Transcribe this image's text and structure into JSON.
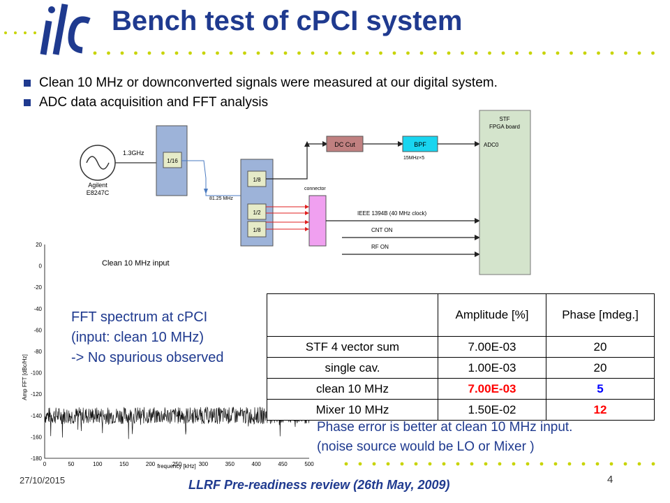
{
  "header": {
    "title": "Bench test of cPCI system",
    "logo_text": "ilc"
  },
  "bullets": [
    "Clean 10 MHz or downconverted signals were measured at our digital system.",
    "ADC data acquisition and FFT analysis"
  ],
  "diagram": {
    "source_label": "Agilent",
    "source_model": "E8247C",
    "freq_in": "1.3GHz",
    "divider_1": "1/16",
    "freq_mid": "81.25 MHz",
    "divider_2": "1/8",
    "divider_3": "1/2",
    "divider_4": "1/8",
    "connector": "connector",
    "dc_cut": "DC Cut",
    "bpf": "BPF",
    "bpf_spec": "15MHz×5",
    "board_line1": "STF",
    "board_line2": "FPGA board",
    "adc": "ADC0",
    "ieee": "IEEE 1394B  (40 MHz clock)",
    "cnt": "CNT ON",
    "rf": "RF ON"
  },
  "chart_data": {
    "type": "line",
    "title": "Clean 10 MHz input",
    "xlabel": "frequency [kHz]",
    "ylabel": "Amp FFT [dBc/Hz]",
    "xlim": [
      0,
      500
    ],
    "ylim": [
      -180,
      20
    ],
    "xticks": [
      0,
      50,
      100,
      150,
      200,
      250,
      300,
      350,
      400,
      450,
      500
    ],
    "yticks": [
      20,
      0,
      -20,
      -40,
      -60,
      -80,
      -100,
      -120,
      -140,
      -160,
      -180
    ],
    "noise_floor_db": -140,
    "grid": false
  },
  "fft_note": [
    "FFT spectrum at cPCI",
    "(input: clean 10 MHz)",
    "-> No spurious observed"
  ],
  "table": {
    "header": [
      "",
      "Amplitude [%]",
      "Phase [mdeg.]"
    ],
    "rows": [
      [
        "STF 4 vector sum",
        "7.00E-03",
        "20"
      ],
      [
        "single cav.",
        "1.00E-03",
        "20"
      ],
      [
        "clean 10 MHz",
        "7.00E-03",
        "5"
      ],
      [
        "Mixer 10 MHz",
        "1.50E-02",
        "12"
      ]
    ]
  },
  "phase_note": [
    "Phase error is better at clean 10 MHz input.",
    "(noise source would be LO or Mixer )"
  ],
  "footer": {
    "date": "27/10/2015",
    "title": "LLRF Pre-readiness review (26th May, 2009)",
    "page": "4"
  },
  "colors": {
    "title_blue": "#1f3a8f",
    "dot_green": "#c8d400",
    "block_blue": "#9db3d9",
    "dc_cut": "#c08080",
    "bpf": "#19d5f0",
    "connector": "#f0a0f0",
    "board": "#d4e4cc",
    "highlight_red": "#ff0000",
    "highlight_blue": "#0000ff"
  }
}
